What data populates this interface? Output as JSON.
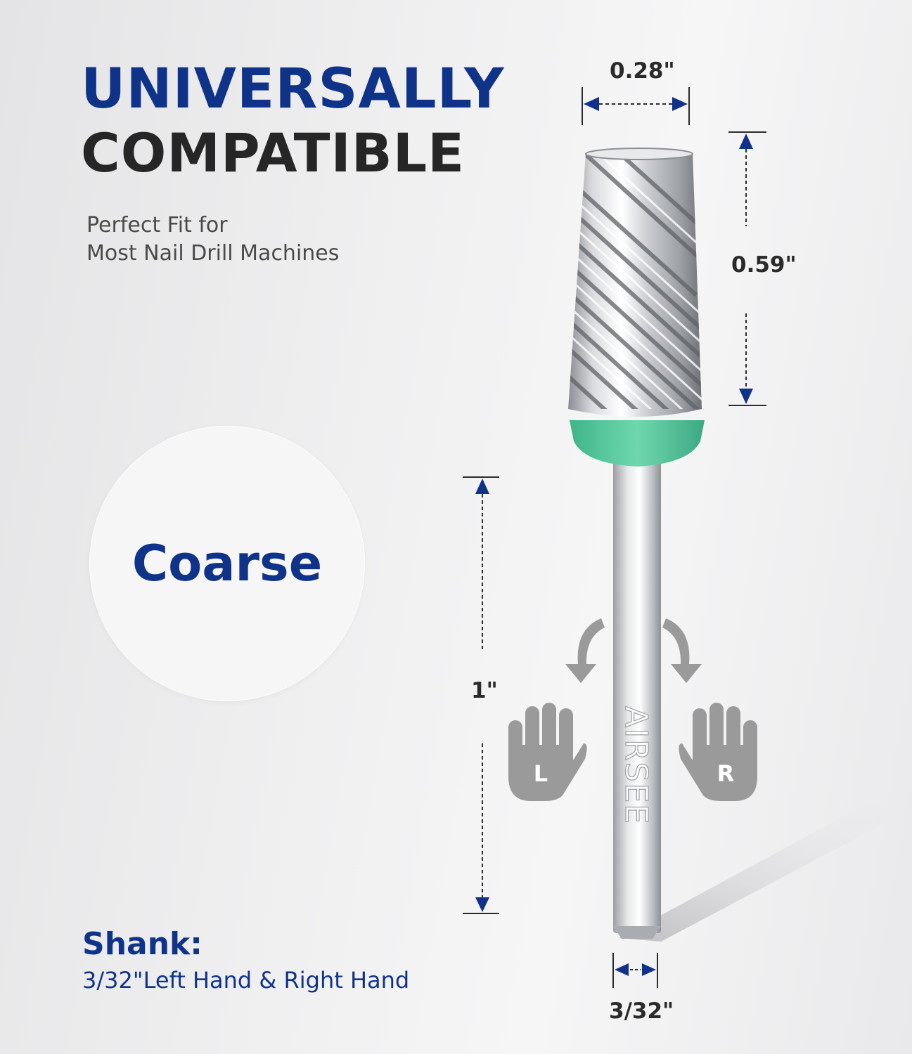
{
  "headline": {
    "line1": "UNIVERSALLY",
    "line2": "COMPATIBLE",
    "line1_color": "#10338a",
    "line2_color": "#262626"
  },
  "subtitle": {
    "line1": "Perfect Fit for",
    "line2": "Most Nail Drill Machines"
  },
  "grit": {
    "label": "Coarse",
    "band_color": "#52c89c"
  },
  "dimensions": {
    "head_diameter": "0.28\"",
    "head_length": "0.59\"",
    "shank_length": "1\"",
    "shank_diameter": "3/32\""
  },
  "drill_bit": {
    "brand": "AIRSEE"
  },
  "hands": {
    "left": "L",
    "right": "R"
  },
  "shank": {
    "heading": "Shank:",
    "description": "3/32\"Left Hand & Right Hand"
  },
  "colors": {
    "accent_blue": "#10338a",
    "arrow_blue": "#12318a",
    "hand_gray": "#9a9a9a"
  }
}
